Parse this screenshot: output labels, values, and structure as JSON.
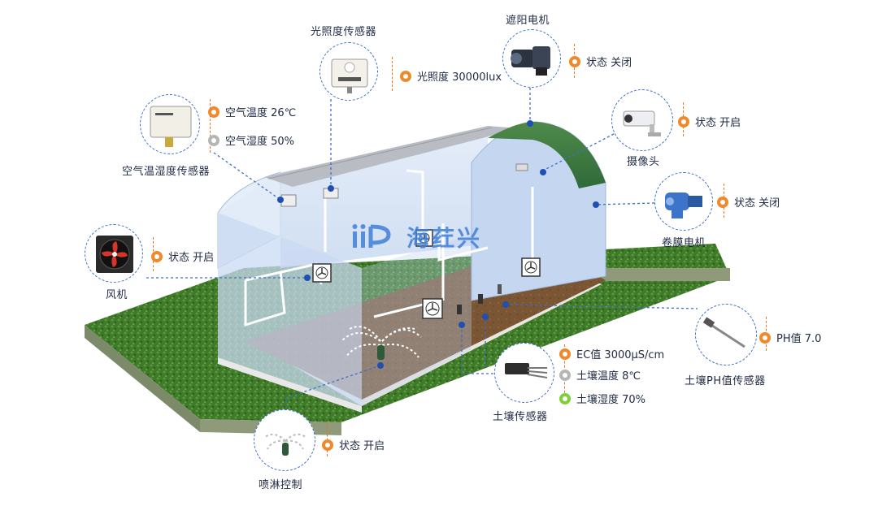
{
  "brand": {
    "name": "海荭兴"
  },
  "colors": {
    "orange": "#f0892b",
    "gray": "#b5b5b5",
    "green": "#7fcf3a",
    "blue": "#3f6fc4"
  },
  "devices": {
    "light_sensor": {
      "title": "光照度传感器",
      "icon": "light-sensor-icon",
      "readings": [
        {
          "text": "光照度 30000lux",
          "color": "orange"
        }
      ]
    },
    "shade_motor": {
      "title": "遮阳电机",
      "icon": "motor-icon",
      "readings": [
        {
          "text": "状态 关闭",
          "color": "orange"
        }
      ]
    },
    "air_sensor": {
      "title": "空气温湿度传感器",
      "icon": "air-sensor-icon",
      "readings": [
        {
          "text": "空气温度 26℃",
          "color": "orange"
        },
        {
          "text": "空气湿度 50%",
          "color": "gray"
        }
      ]
    },
    "camera": {
      "title": "摄像头",
      "icon": "camera-icon",
      "readings": [
        {
          "text": "状态 开启",
          "color": "orange"
        }
      ]
    },
    "film_motor": {
      "title": "卷膜电机",
      "icon": "film-motor-icon",
      "readings": [
        {
          "text": "状态 关闭",
          "color": "orange"
        }
      ]
    },
    "fan": {
      "title": "风机",
      "icon": "fan-icon",
      "readings": [
        {
          "text": "状态 开启",
          "color": "orange"
        }
      ]
    },
    "ph_sensor": {
      "title": "土壤PH值传感器",
      "icon": "ph-probe-icon",
      "readings": [
        {
          "text": "PH值 7.0",
          "color": "orange"
        }
      ]
    },
    "soil_sensor": {
      "title": "土壤传感器",
      "icon": "soil-sensor-icon",
      "readings": [
        {
          "text": "EC值 3000μS/cm",
          "color": "orange"
        },
        {
          "text": "土壤温度 8℃",
          "color": "gray"
        },
        {
          "text": "土壤湿度 70%",
          "color": "green"
        }
      ]
    },
    "sprinkler": {
      "title": "喷淋控制",
      "icon": "sprinkler-icon",
      "readings": [
        {
          "text": "状态 开启",
          "color": "orange"
        }
      ]
    }
  }
}
